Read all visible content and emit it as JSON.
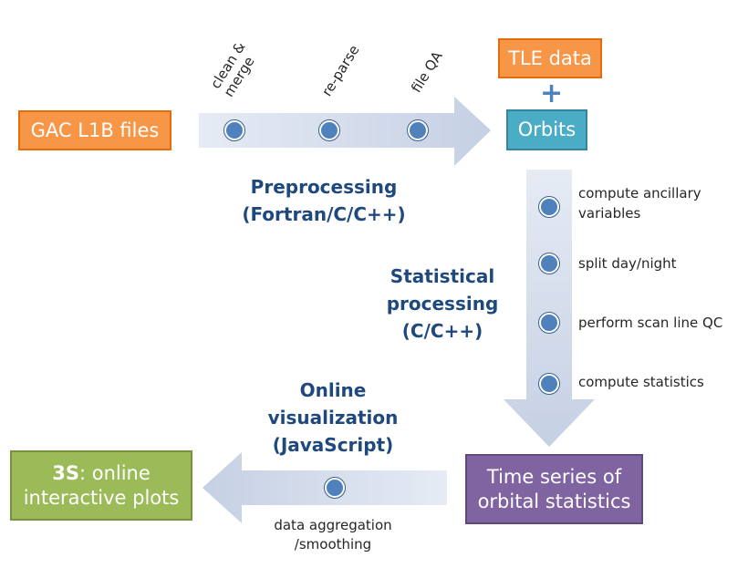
{
  "boxes": {
    "gac": "GAC L1B files",
    "tle": "TLE data",
    "orbits": "Orbits",
    "time_series": [
      "Time series of",
      "orbital statistics"
    ],
    "online_bold": "3S",
    "online_rest": ": online",
    "online_line2": "interactive plots"
  },
  "plus": "+",
  "preprocessing": {
    "title": [
      "Preprocessing",
      "(Fortran/C/C++)"
    ],
    "steps": [
      "clean &\nmerge",
      "re-parse",
      "file QA"
    ]
  },
  "statistical": {
    "title": [
      "Statistical",
      "processing",
      "(C/C++)"
    ],
    "steps": [
      [
        "compute ancillary",
        "variables"
      ],
      [
        "split day/night"
      ],
      [
        "perform scan line QC"
      ],
      [
        "compute statistics"
      ]
    ]
  },
  "visualization": {
    "title": [
      "Online",
      "visualization",
      "(JavaScript)"
    ],
    "step": [
      "data aggregation",
      "/smoothing"
    ]
  },
  "colors": {
    "orange": "#f79646",
    "teal": "#4bacc6",
    "green": "#9bbb59",
    "purple": "#8064a2",
    "arrow": "#d0d9e8",
    "dot": "#4f81bd",
    "title": "#1f497d"
  }
}
